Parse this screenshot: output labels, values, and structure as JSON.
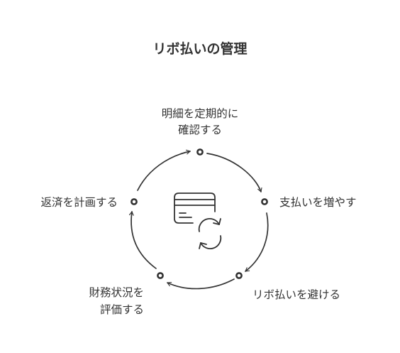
{
  "title": "リボ払いの管理",
  "steps": [
    {
      "lines": [
        "明細を定期的に",
        "確認する"
      ]
    },
    {
      "lines": [
        "支払いを増やす"
      ]
    },
    {
      "lines": [
        "リボ払いを避ける"
      ]
    },
    {
      "lines": [
        "財務状況を",
        "評価する"
      ]
    },
    {
      "lines": [
        "返済を計画する"
      ]
    }
  ],
  "center_icon": "credit-card-cycle-icon",
  "colors": {
    "ink": "#333333",
    "background": "#ffffff"
  }
}
